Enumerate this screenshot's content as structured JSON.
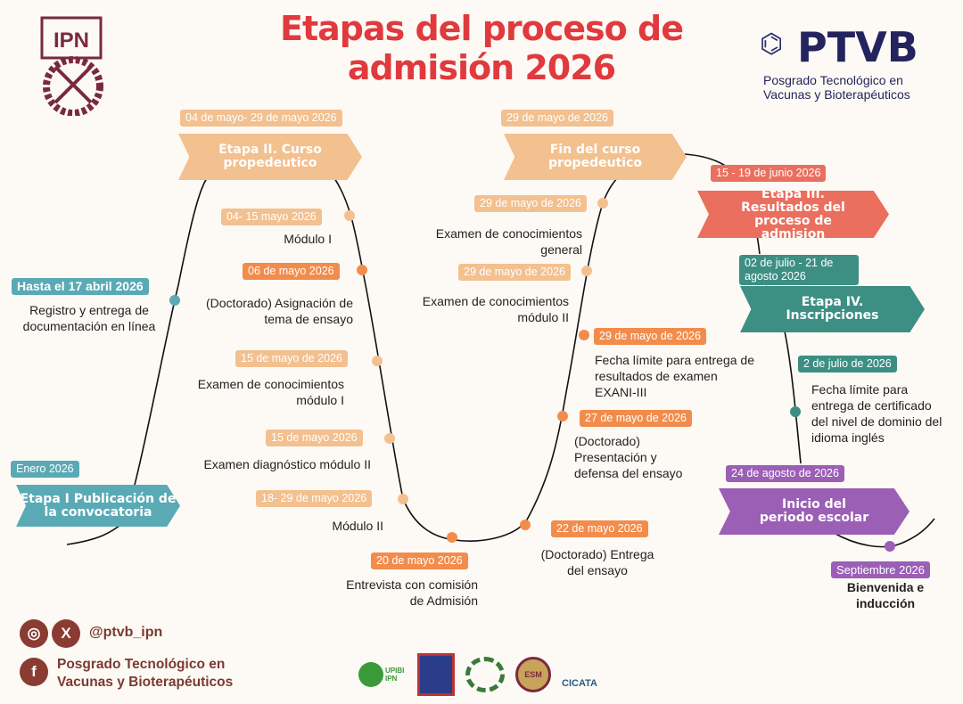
{
  "title": {
    "line1": "Etapas del proceso de",
    "line2": "admisión 2026"
  },
  "logos": {
    "ipn": "IPN",
    "ptvb": "PTVB",
    "ptvb_sub1": "Posgrado Tecnológico en",
    "ptvb_sub2": "Vacunas y Bioterapéuticos",
    "upibi": "UPIBI IPN",
    "esm": "ESM",
    "cicata": "CICATA"
  },
  "stages": {
    "etapa1": {
      "date": "Enero 2026",
      "label": "Etapa I Publicación de la convocatoria"
    },
    "etapa2": {
      "date": "04 de mayo- 29 de mayo 2026",
      "label": "Etapa II. Curso propedeutico"
    },
    "fin": {
      "date": "29 de mayo de 2026",
      "label": "Fin del curso propedeutico"
    },
    "etapa3": {
      "date": "15 - 19 de junio 2026",
      "label": "Etapa III. Resultados del proceso de admision"
    },
    "etapa4": {
      "date": "02 de julio - 21 de agosto 2026",
      "label": "Etapa IV. Inscripciones"
    },
    "inicio": {
      "date": "24 de agosto de 2026",
      "label": "Inicio del periodo escolar"
    }
  },
  "events": [
    {
      "date": "Hasta el 17 abril 2026",
      "text": "Registro y entrega de documentación en línea"
    },
    {
      "date": "04- 15 mayo 2026",
      "text": "Módulo I"
    },
    {
      "date": "06 de mayo 2026",
      "text": "(Doctorado) Asignación de tema de ensayo"
    },
    {
      "date": "15 de mayo de 2026",
      "text": "Examen de conocimientos módulo I"
    },
    {
      "date": "15 de mayo 2026",
      "text": "Examen diagnóstico módulo II"
    },
    {
      "date": "18- 29 de mayo 2026",
      "text": "Módulo II"
    },
    {
      "date": "20 de mayo 2026",
      "text": "Entrevista con comisión de Admisión"
    },
    {
      "date": "22 de mayo 2026",
      "text": "(Doctorado) Entrega del ensayo"
    },
    {
      "date": "27 de mayo de 2026",
      "text": "(Doctorado) Presentación y defensa del ensayo"
    },
    {
      "date": "29 de mayo de 2026",
      "text": "Fecha límite para entrega de resultados de examen EXANI-III"
    },
    {
      "date": "29 de mayo de 2026",
      "text": "Examen de conocimientos módulo II"
    },
    {
      "date": "29 de mayo de 2026",
      "text": "Examen de conocimientos general"
    },
    {
      "date": "2 de julio de 2026",
      "text": "Fecha límite para entrega de certificado del nivel de dominio del idioma inglés"
    },
    {
      "date": "Septiembre 2026",
      "text": "Bienvenida e inducción"
    }
  ],
  "footer": {
    "handle": "@ptvb_ipn",
    "fb1": "Posgrado Tecnológico en",
    "fb2": "Vacunas y Bioterapéuticos"
  },
  "colors": {
    "title": "#e03a3e",
    "peach": "#f3c08f",
    "orange": "#f28c4c",
    "teal": "#5aaab5",
    "coral": "#ea6f5f",
    "green": "#3d8f84",
    "purple": "#9b5fb6"
  }
}
